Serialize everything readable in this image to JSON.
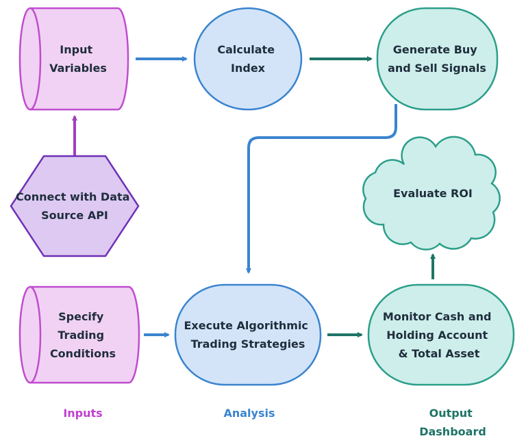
{
  "colors": {
    "input_fill": "#f1d2f4",
    "input_stroke": "#c04ccf",
    "hex_fill": "#ddc9f1",
    "hex_stroke": "#6d2fb5",
    "analysis_fill": "#d3e4f8",
    "analysis_stroke": "#3a84cf",
    "output_fill": "#cdeeea",
    "output_stroke": "#2b9e8a",
    "arrow_blue": "#3a84cf",
    "arrow_green": "#1e7466",
    "arrow_purple": "#a13fbf",
    "label_inputs": "#c040cf",
    "label_analysis": "#3a84cf",
    "label_output": "#1e7466",
    "node_text": "#1f2d3d"
  },
  "nodes": {
    "input_variables": {
      "lines": [
        "Input",
        "Variables"
      ]
    },
    "calculate_index": {
      "lines": [
        "Calculate",
        "Index"
      ]
    },
    "generate_signals": {
      "lines": [
        "Generate Buy",
        "and Sell Signals"
      ]
    },
    "connect_api": {
      "lines": [
        "Connect with Data",
        "Source API"
      ]
    },
    "evaluate_roi": {
      "lines": [
        "Evaluate ROI"
      ]
    },
    "specify_conditions": {
      "lines": [
        "Specify",
        "Trading",
        "Conditions"
      ]
    },
    "execute_strategies": {
      "lines": [
        "Execute Algorithmic",
        "Trading Strategies"
      ]
    },
    "monitor_cash": {
      "lines": [
        "Monitor Cash and",
        "Holding Account",
        "& Total Asset"
      ]
    }
  },
  "column_labels": {
    "inputs": [
      "Inputs"
    ],
    "analysis": [
      "Analysis"
    ],
    "output": [
      "Output",
      "Dashboard"
    ]
  }
}
